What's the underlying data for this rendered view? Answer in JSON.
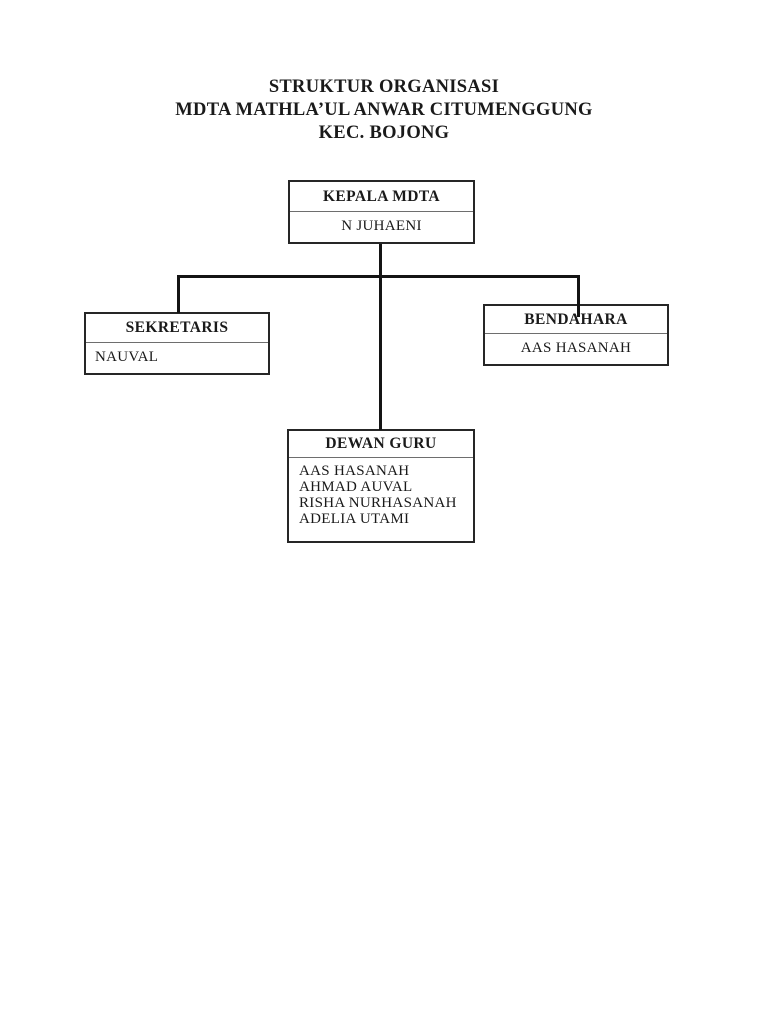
{
  "title": {
    "lines": [
      "STRUKTUR ORGANISASI",
      "MDTA MATHLA’UL ANWAR CITUMENGGUNG",
      "KEC. BOJONG"
    ]
  },
  "org_chart": {
    "kepala_mdta": {
      "role": "KEPALA MDTA",
      "name": "N JUHAENI"
    },
    "sekretaris": {
      "role": "SEKRETARIS",
      "name": "NAUVAL"
    },
    "bendahara": {
      "role": "BENDAHARA",
      "name": "AAS HASANAH"
    },
    "dewan_guru": {
      "role": "DEWAN GURU",
      "members": [
        "AAS HASANAH",
        "AHMAD AUVAL",
        "RISHA NURHASANAH",
        "ADELIA UTAMI"
      ]
    }
  },
  "colors": {
    "background": "#ffffff",
    "text": "#1a1a1a",
    "box_border": "#262626",
    "box_divider": "#6e6e6e",
    "connector": "#141414"
  }
}
